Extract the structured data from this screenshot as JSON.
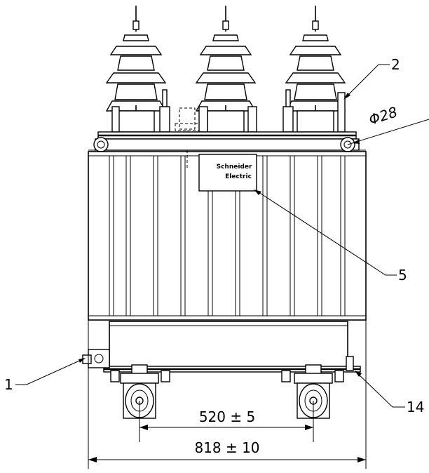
{
  "callouts": {
    "c1": "1",
    "c2": "2",
    "c5": "5",
    "c14": "14"
  },
  "dimensions": {
    "wheel_spacing": "520 ± 5",
    "overall_width": "818 ± 10",
    "lifting_hole": "Φ28"
  },
  "nameplate": {
    "line1": "Schneider",
    "line2": "Electric"
  }
}
